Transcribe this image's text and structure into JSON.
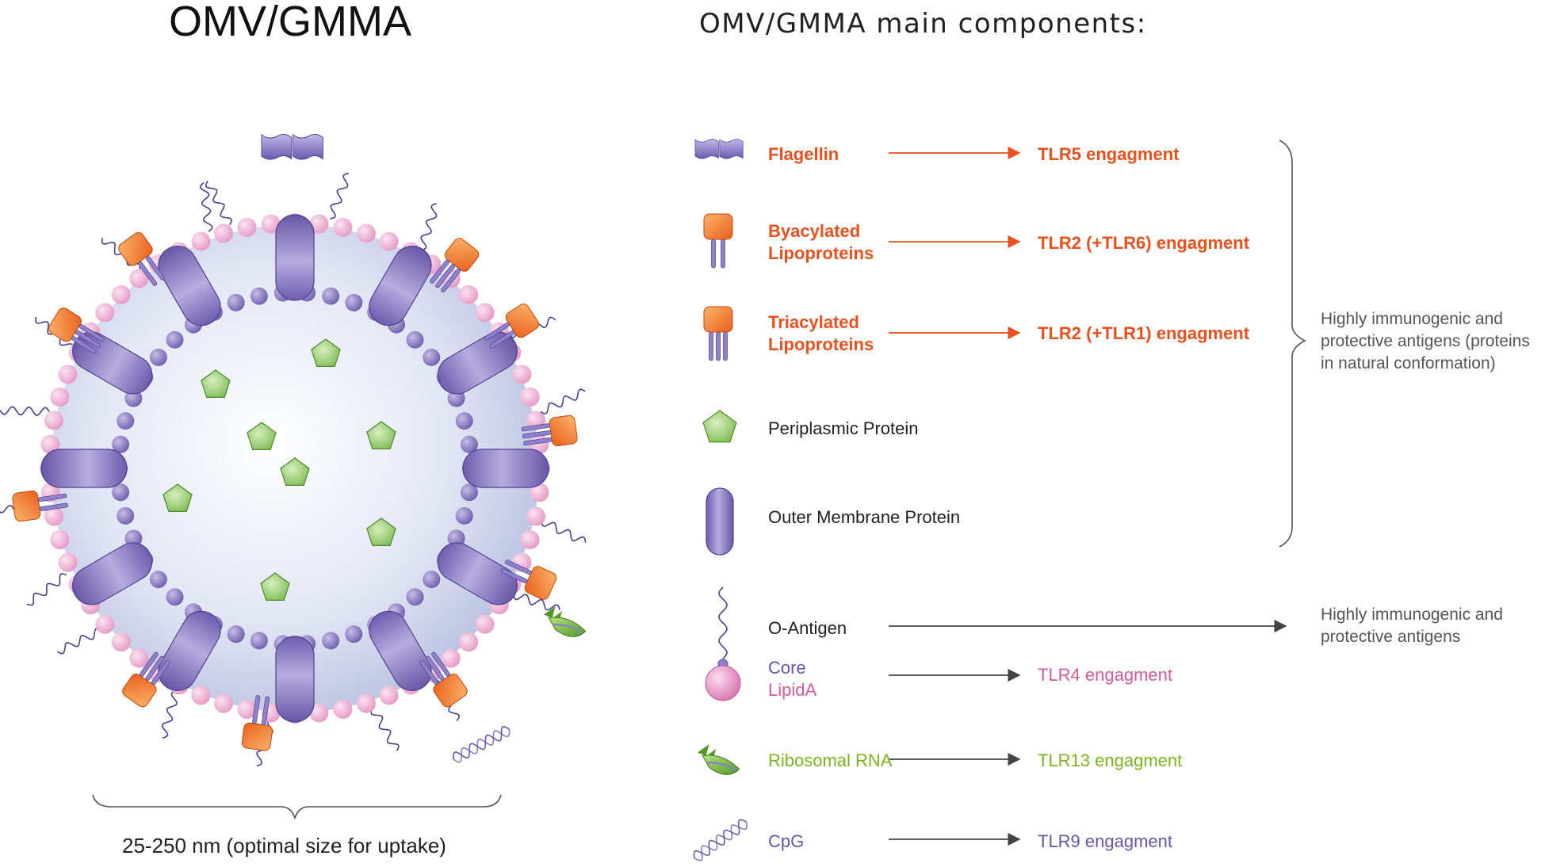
{
  "header": {
    "title": "OMV/GMMA",
    "components_title": "OMV/GMMA main components:"
  },
  "scale": {
    "label": "25-250 nm (optimal size for uptake)"
  },
  "components": {
    "flagellin": {
      "label": "Flagellin",
      "result": "TLR5 engagment"
    },
    "byacylated": {
      "label_line1": "Byacylated",
      "label_line2": "Lipoproteins",
      "result": "TLR2 (+TLR6) engagment"
    },
    "triacylated": {
      "label_line1": "Triacylated",
      "label_line2": "Lipoproteins",
      "result": "TLR2 (+TLR1) engagment"
    },
    "periplasmic": {
      "label": "Periplasmic Protein"
    },
    "outer_membrane": {
      "label": "Outer Membrane Protein"
    },
    "protein_group_note": {
      "line1": "Highly immunogenic and",
      "line2": "protective antigens (proteins",
      "line3": "in natural conformation)"
    },
    "o_antigen": {
      "label": "O-Antigen",
      "result_line1": "Highly immunogenic and",
      "result_line2": "protective antigens"
    },
    "lipid": {
      "core_label": "Core",
      "lipida_label": "LipidA",
      "result": "TLR4 engagment"
    },
    "ribosomal_rna": {
      "label": "Ribosomal RNA",
      "result": "TLR13 engagment"
    },
    "cpg": {
      "label": "CpG",
      "result": "TLR9 engagment"
    }
  },
  "colors": {
    "orange": "#e8501d",
    "purple": "#7a68b8",
    "pink": "#e7a6cf",
    "green": "#8cc85a",
    "arrow_gray": "#444444"
  }
}
